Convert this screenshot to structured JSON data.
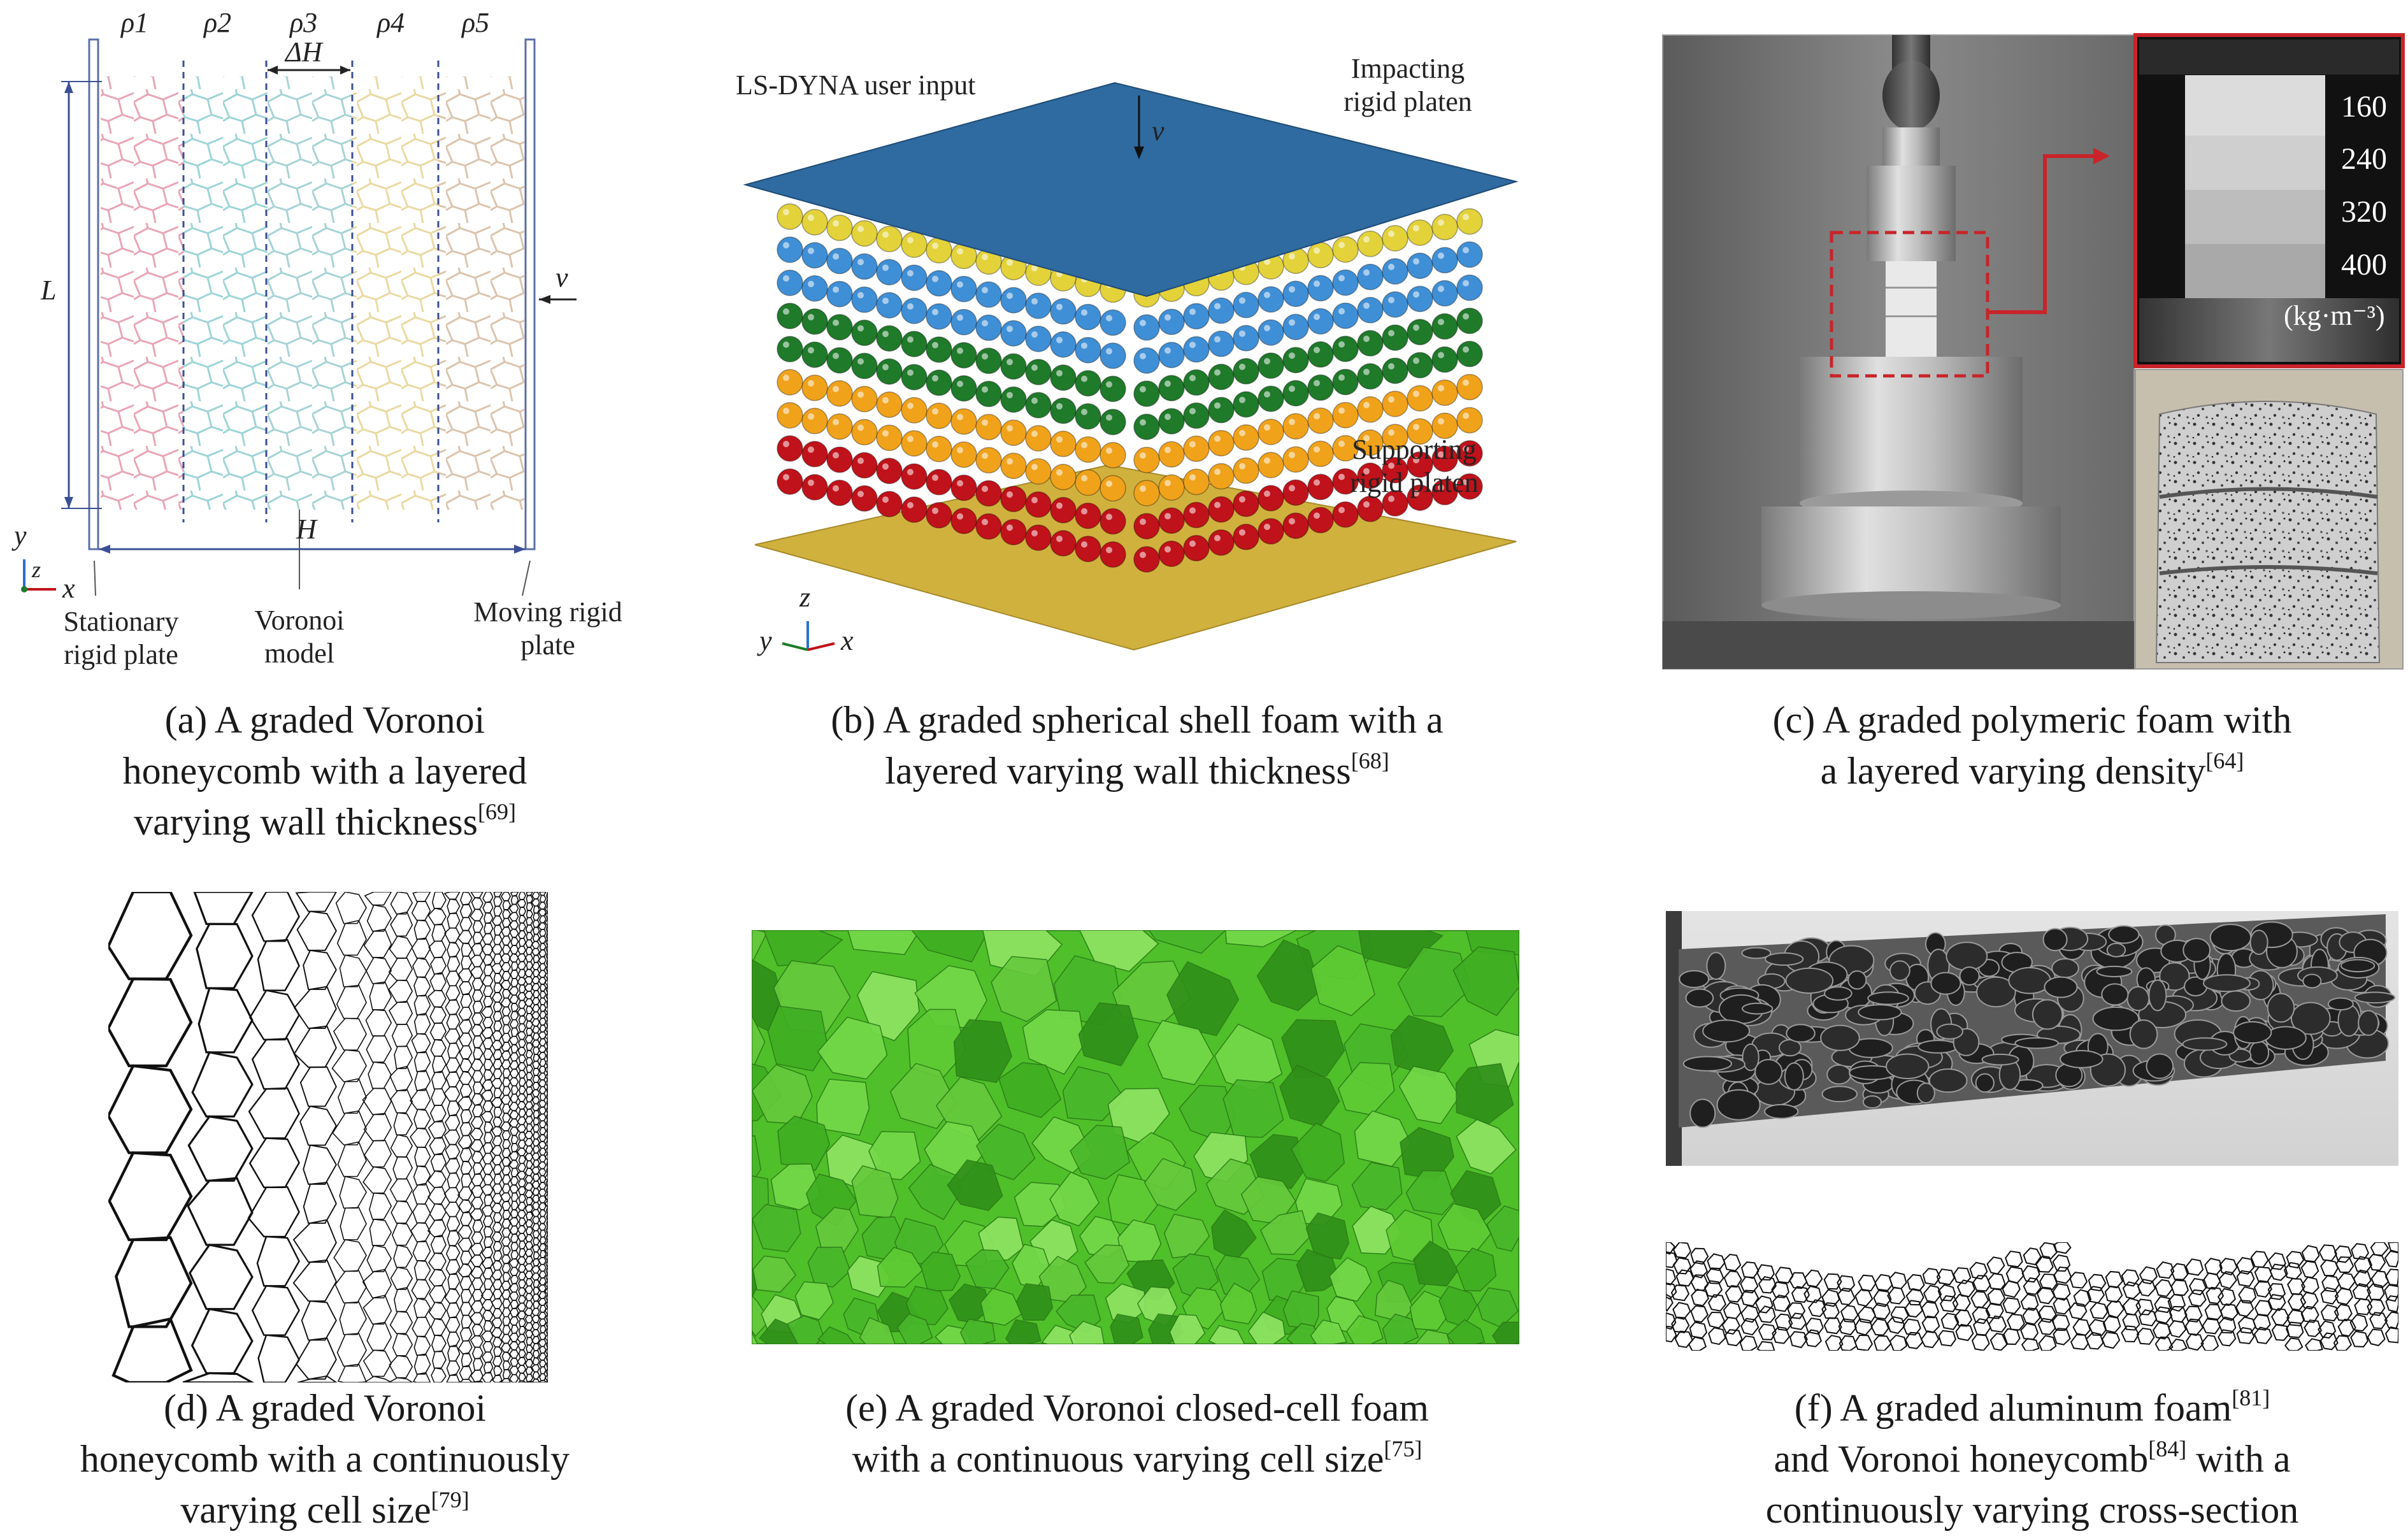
{
  "panel_a": {
    "rho_labels": [
      "ρ1",
      "ρ2",
      "ρ3",
      "ρ4",
      "ρ5"
    ],
    "delta_h_label": "ΔH",
    "length_label": "L",
    "height_label": "H",
    "velocity_label": "v",
    "axis_y": "y",
    "axis_z": "z",
    "axis_x": "x",
    "stationary_label_1": "Stationary",
    "stationary_label_2": "rigid plate",
    "voronoi_label_1": "Voronoi",
    "voronoi_label_2": "model",
    "moving_label_1": "Moving rigid",
    "moving_label_2": "plate",
    "layer_colors": [
      "#e8a6b6",
      "#9ed4d8",
      "#a7d3d6",
      "#ead9a3",
      "#dcc4ad"
    ],
    "caption_lines": [
      "(a) A graded Voronoi",
      "honeycomb with a layered",
      "varying wall thickness"
    ],
    "caption_ref": "[69]"
  },
  "panel_b": {
    "user_input_label": "LS-DYNA user input",
    "impacting_label_1": "Impacting",
    "impacting_label_2": "rigid platen",
    "supporting_label_1": "Supporting",
    "supporting_label_2": "rigid platen",
    "velocity_label": "v",
    "axis_z": "z",
    "axis_y": "y",
    "axis_x": "x",
    "platen_top_color": "#2f6aa0",
    "platen_bottom_color": "#d1b13e",
    "layer_colors": [
      "#e3d23a",
      "#3f8fd6",
      "#3f8fd6",
      "#1f7a2a",
      "#1f7a2a",
      "#f0a21a",
      "#f0a21a",
      "#c0121a",
      "#c0121a"
    ],
    "caption_lines": [
      "(b) A graded spherical shell foam with a",
      "layered varying wall thickness"
    ],
    "caption_ref": "[68]"
  },
  "panel_c": {
    "density_values": [
      "160",
      "240",
      "320",
      "400"
    ],
    "density_unit": "(kg·m⁻³)",
    "highlight_color": "#c8242a",
    "caption_lines": [
      "(c) A graded polymeric foam with",
      "a layered varying density"
    ],
    "caption_ref": "[64]"
  },
  "panel_d": {
    "caption_lines": [
      "(d) A graded Voronoi",
      "honeycomb with a continuously",
      "varying cell size"
    ],
    "caption_ref": "[79]"
  },
  "panel_e": {
    "foam_color": "#4fbf2a",
    "caption_lines": [
      "(e) A graded Voronoi closed-cell foam",
      "with a continuous varying cell size"
    ],
    "caption_ref": "[75]"
  },
  "panel_f": {
    "caption_line1_a": "(f) A graded aluminum foam",
    "caption_ref1": "[81]",
    "caption_line2_a": "and Voronoi honeycomb",
    "caption_ref2": "[84]",
    "caption_line2_b": " with a",
    "caption_line3": "continuously varying cross-section"
  }
}
